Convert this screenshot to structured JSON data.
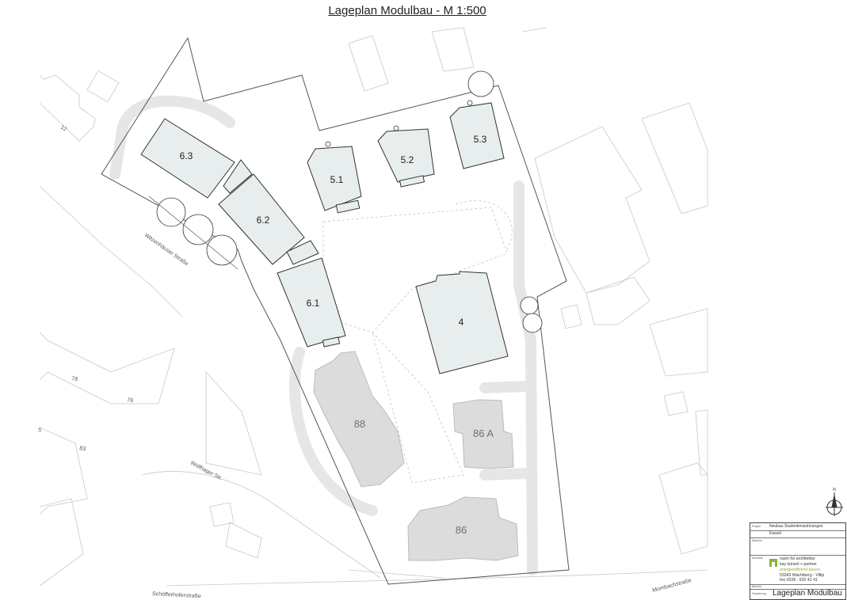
{
  "title": "Lageplan Modulbau - M 1:500",
  "new_buildings": [
    "6.3",
    "6.2",
    "6.1",
    "5.1",
    "5.2",
    "5.3",
    "4"
  ],
  "existing_buildings": [
    "88",
    "86 A",
    "86"
  ],
  "streets": {
    "witzenhauser": "Witzenhäuser Straße",
    "wolfhager": "Wolfhager Str.",
    "schoefferhofer": "Schöfferhoferstraße",
    "mombach": "Mombachstraße"
  },
  "house_numbers": [
    "12",
    "78",
    "76",
    "5",
    "83"
  ],
  "north_label": "N",
  "title_block": {
    "project_key": "Projekt",
    "project_value": "Neubau Studentenwohnungen",
    "city": "Kassel",
    "station_key": "Stadium",
    "architect_key": "Architekt",
    "firm_line1": "raum für architektur",
    "firm_line2": "kay künzel + partner",
    "firm_line3": "energieeffizient bauen",
    "firm_line4": "53343  Wachtberg - Villip",
    "firm_line5": "fon    0228 - 932 41 41",
    "client_key": "Bauherr",
    "phase_key": "Vorplanung",
    "plan_title": "Lageplan Modulbau"
  },
  "colors": {
    "new_building_fill": "#e8eeee",
    "existing_building_fill": "#dcdcdc",
    "accent_green": "#8ab33a"
  }
}
